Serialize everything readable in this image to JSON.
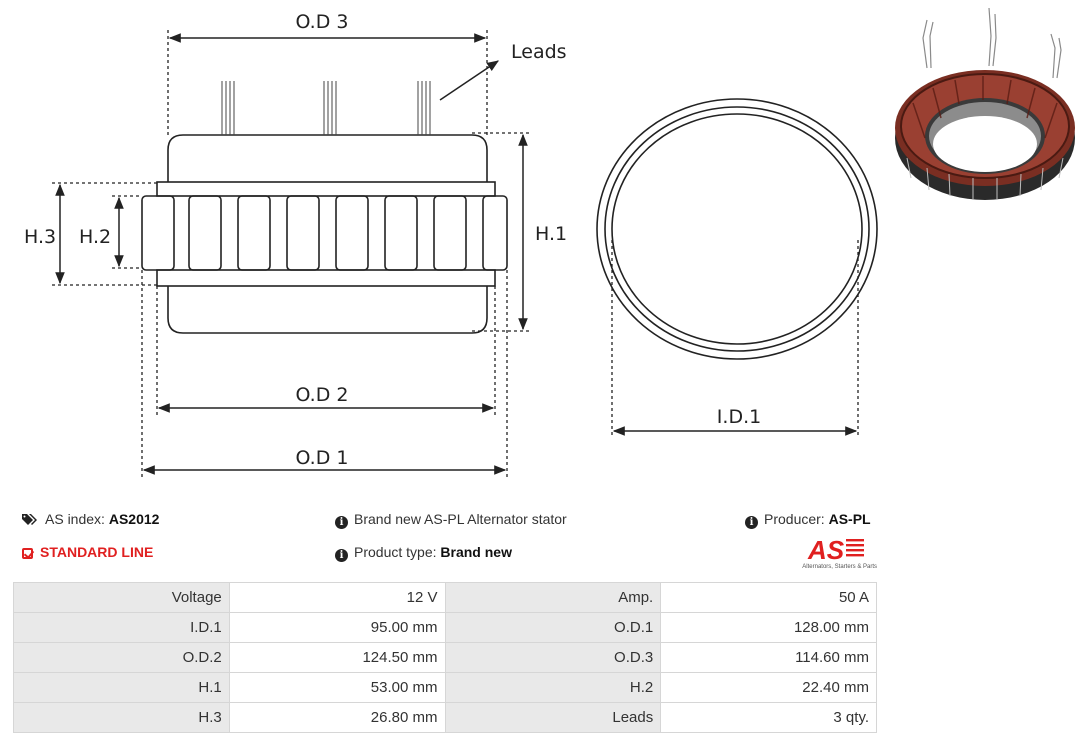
{
  "diagram": {
    "labels": {
      "od3": "O.D 3",
      "leads": "Leads",
      "h3": "H.3",
      "h2": "H.2",
      "h1": "H.1",
      "od2": "O.D 2",
      "od1": "O.D 1",
      "id1": "I.D.1"
    }
  },
  "info": {
    "as_index_label": "AS index:",
    "as_index_value": "AS2012",
    "line": "STANDARD LINE",
    "description": "Brand new AS-PL Alternator stator",
    "product_type_label": "Product type:",
    "product_type_value": "Brand new",
    "producer_label": "Producer:",
    "producer_value": "AS-PL"
  },
  "logo": {
    "mark": "AS",
    "tagline": "Alternators, Starters & Parts",
    "color": "#e02020"
  },
  "specs": [
    {
      "l1": "Voltage",
      "v1": "12 V",
      "l2": "Amp.",
      "v2": "50 A"
    },
    {
      "l1": "I.D.1",
      "v1": "95.00 mm",
      "l2": "O.D.1",
      "v2": "128.00 mm"
    },
    {
      "l1": "O.D.2",
      "v1": "124.50 mm",
      "l2": "O.D.3",
      "v2": "114.60 mm"
    },
    {
      "l1": "H.1",
      "v1": "53.00 mm",
      "l2": "H.2",
      "v2": "22.40 mm"
    },
    {
      "l1": "H.3",
      "v1": "26.80 mm",
      "l2": "Leads",
      "v2": "3 qty."
    }
  ]
}
